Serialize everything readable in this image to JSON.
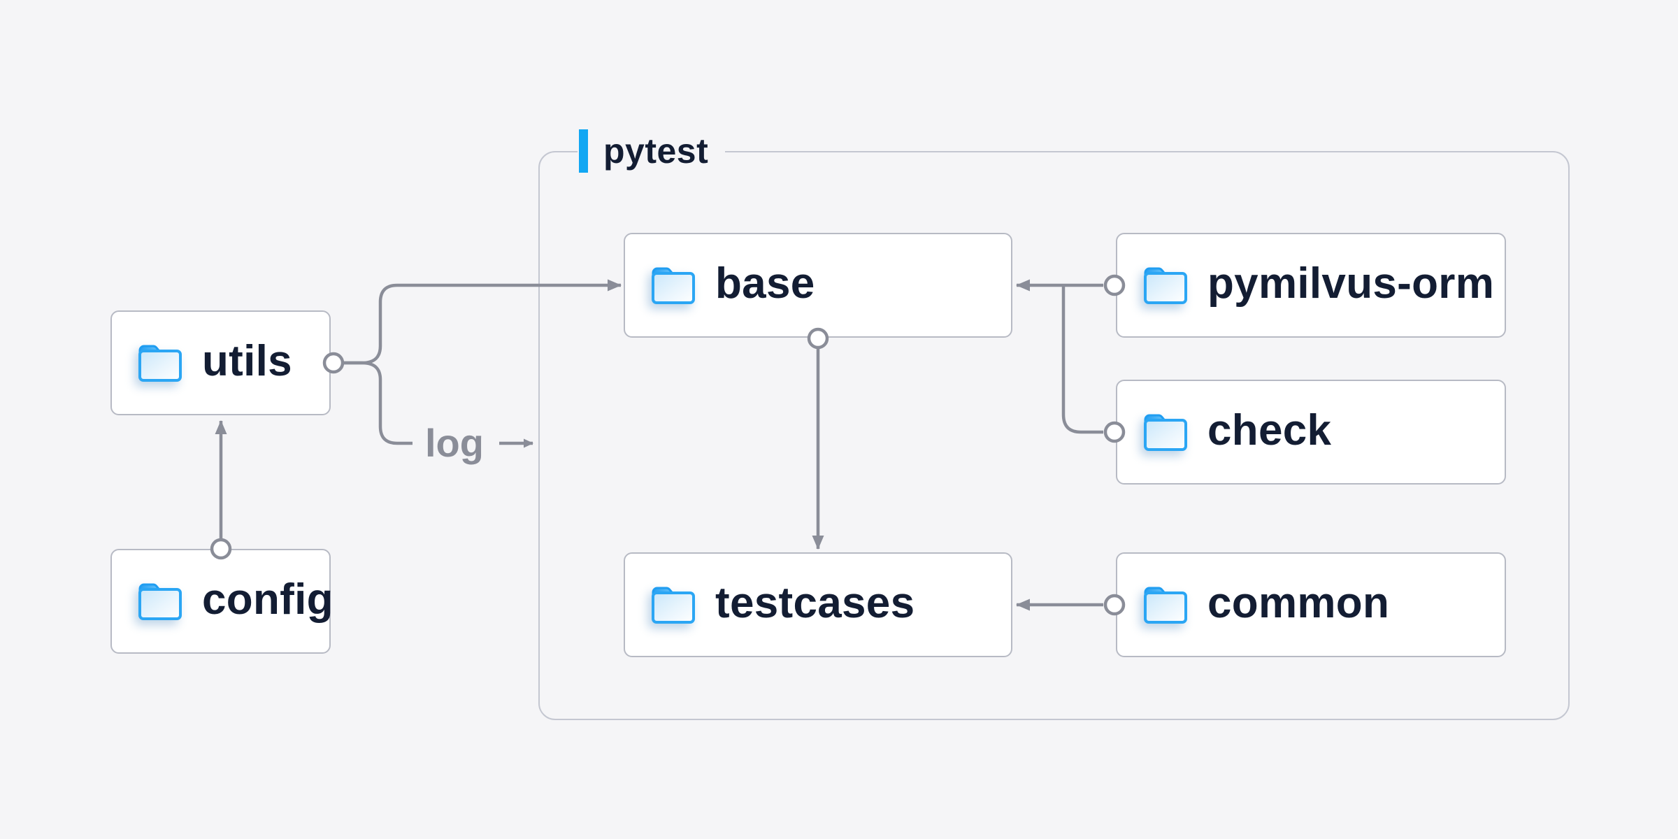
{
  "diagram": {
    "title_area": {
      "container_label": "pytest",
      "container_accent": "blue-bar-icon"
    },
    "nodes": [
      {
        "id": "utils",
        "label": "utils",
        "icon": "folder-icon"
      },
      {
        "id": "config",
        "label": "config",
        "icon": "folder-icon"
      },
      {
        "id": "base",
        "label": "base",
        "icon": "folder-icon"
      },
      {
        "id": "pymilvus-orm",
        "label": "pymilvus-orm",
        "icon": "folder-icon"
      },
      {
        "id": "check",
        "label": "check",
        "icon": "folder-icon"
      },
      {
        "id": "testcases",
        "label": "testcases",
        "icon": "folder-icon"
      },
      {
        "id": "common",
        "label": "common",
        "icon": "folder-icon"
      }
    ],
    "edges": [
      {
        "from": "config",
        "to": "utils",
        "style": "arrow"
      },
      {
        "from": "utils",
        "to": "base",
        "style": "arrow"
      },
      {
        "from": "utils",
        "to": "pytest",
        "style": "arrow",
        "label": "log"
      },
      {
        "from": "base",
        "to": "testcases",
        "style": "arrow"
      },
      {
        "from": "pymilvus-orm",
        "to": "base",
        "style": "arrow"
      },
      {
        "from": "check",
        "to": "base",
        "style": "arrow"
      },
      {
        "from": "common",
        "to": "testcases",
        "style": "arrow"
      }
    ],
    "colors": {
      "background": "#f5f5f7",
      "node_border": "#b7bac4",
      "container_border": "#c4c7d1",
      "line_gray": "#8a8d98",
      "text_navy": "#131d33",
      "accent_blue": "#12a7f3",
      "folder_blue": "#2ba6f4"
    }
  }
}
